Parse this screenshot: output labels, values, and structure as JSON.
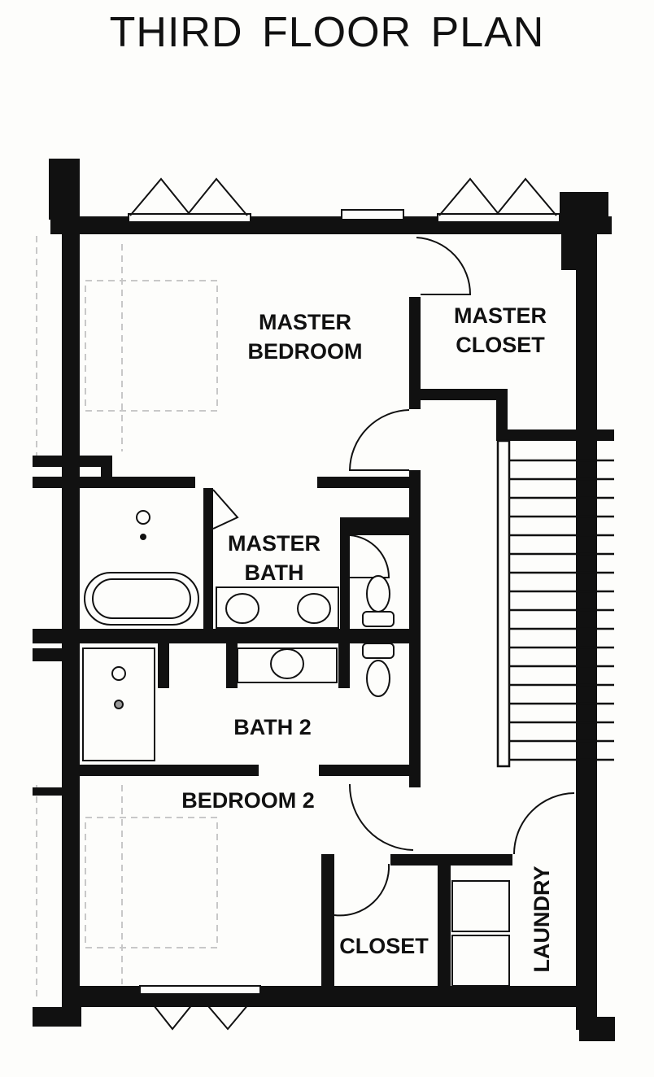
{
  "title": "THIRD FLOOR PLAN",
  "rooms": {
    "master_bedroom": [
      "MASTER",
      "BEDROOM"
    ],
    "master_closet": [
      "MASTER",
      "CLOSET"
    ],
    "master_bath": [
      "MASTER",
      "BATH"
    ],
    "bath2": "BATH 2",
    "bedroom2": "BEDROOM 2",
    "closet": "CLOSET",
    "laundry": "LAUNDRY"
  }
}
